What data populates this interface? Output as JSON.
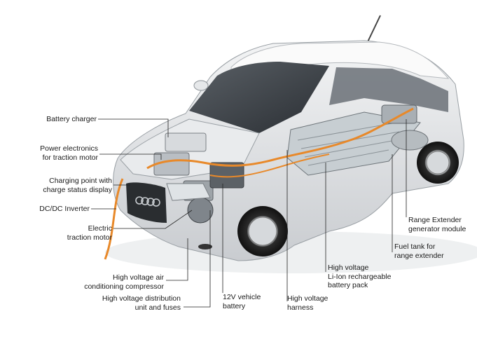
{
  "labels": {
    "battery_charger": "Battery charger",
    "power_electronics": "Power electronics\nfor traction motor",
    "charging_point": "Charging point with\ncharge status display",
    "dcdc_inverter": "DC/DC Inverter",
    "electric_traction_motor": "Electric\ntraction motor",
    "hv_air_conditioning": "High voltage air\nconditioning compressor",
    "hv_distribution": "High voltage distribution\nunit and fuses",
    "vehicle_battery_12v": "12V vehicle\nbattery",
    "hv_harness": "High voltage\nharness",
    "hv_battery_pack": "High voltage\nLi-Ion rechargeable\nbattery pack",
    "fuel_tank": "Fuel tank for\nrange extender",
    "range_extender": "Range Extender\ngenerator module"
  },
  "colors": {
    "body": "#e4e6e8",
    "glass": "#3a3f44",
    "harness": "#e8892a",
    "battery": "#cfd5d8",
    "leader": "#222222"
  }
}
